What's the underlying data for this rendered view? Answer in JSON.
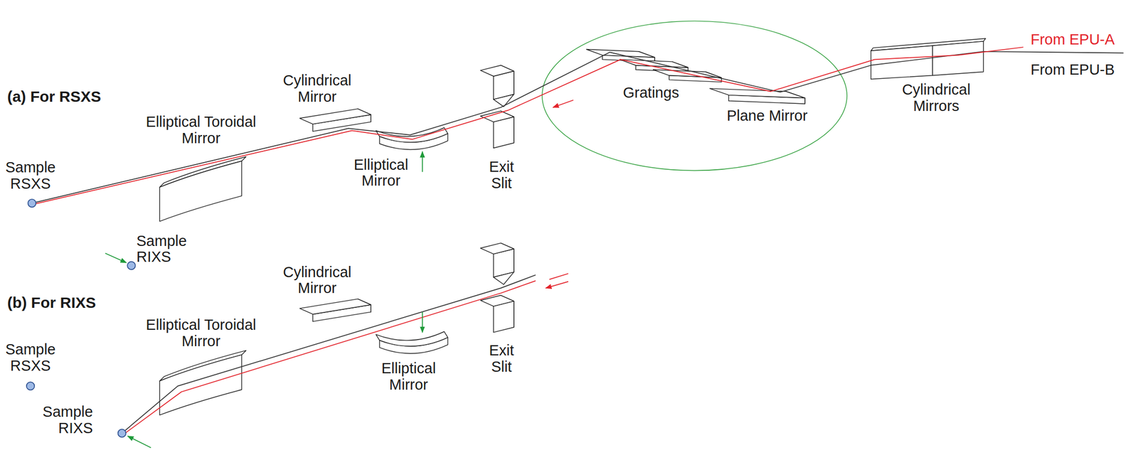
{
  "diagram": {
    "labels": [
      "From EPU-A",
      "From EPU-B",
      "Gratings",
      "Plane Mirror",
      "Cylindrical Mirrors",
      "(a) For RSXS",
      "Cylindrical Mirror",
      "Elliptical Toroidal Mirror",
      "Elliptical Mirror",
      "Exit Slit",
      "Sample RSXS",
      "Sample RIXS",
      "(b) For RIXS",
      "Cylindrical Mirror",
      "Elliptical Toroidal Mirror",
      "Exit Slit",
      "Elliptical Mirror",
      "Sample RSXS",
      "Sample RIXS"
    ]
  }
}
